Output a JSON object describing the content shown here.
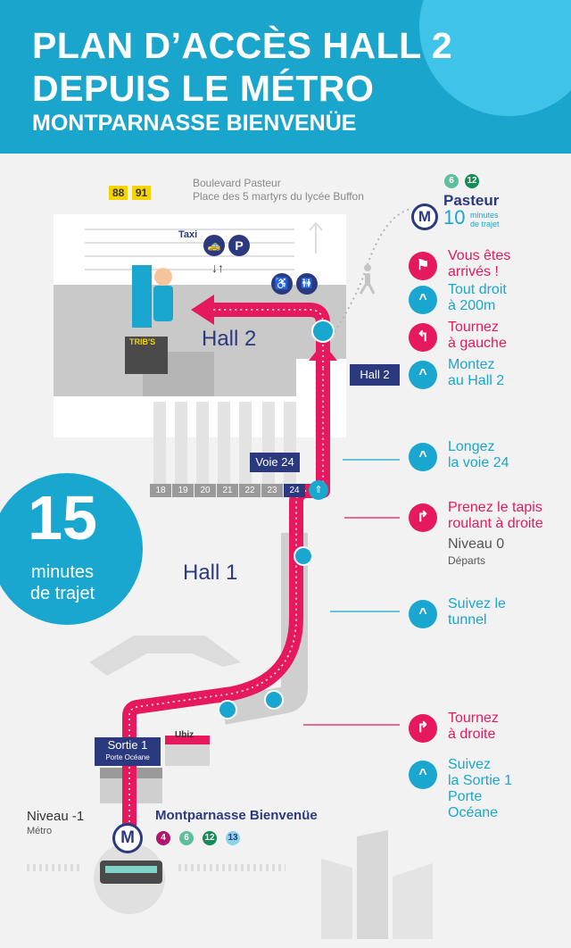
{
  "header": {
    "title_line1": "PLAN D’ACCÈS HALL 2",
    "title_line2": "DEPUIS LE MÉTRO",
    "subtitle": "MONTPARNASSE BIENVENÜE"
  },
  "top_info": {
    "bus_lines": [
      "88",
      "91"
    ],
    "street_line1": "Boulevard Pasteur",
    "street_line2": "Place des 5 martyrs du lycée Buffon"
  },
  "pasteur": {
    "lines": [
      "6",
      "12"
    ],
    "station": "Pasteur",
    "minutes": "10",
    "minutes_label1": "minutes",
    "minutes_label2": "de trajet"
  },
  "map_labels": {
    "taxi": "Taxi",
    "parking": "P",
    "hall2": "Hall 2",
    "hall2_box": "Hall 2",
    "voie24": "Voie 24",
    "hall1": "Hall 1",
    "tribs": "TRIB'S",
    "ubiz": "Ubiz",
    "sortie1": "Sortie 1",
    "sortie1_sub": "Porte Océane",
    "niveau_m1": "Niveau -1",
    "metro": "Métro",
    "montparnasse": "Montparnasse Bienvenüe",
    "montparnasse_lines": [
      "4",
      "6",
      "12",
      "13"
    ],
    "tracks": [
      "18",
      "19",
      "20",
      "21",
      "22",
      "23",
      "24"
    ],
    "metro_logo": "M"
  },
  "trajet": {
    "minutes": "15",
    "label1": "minutes",
    "label2": "de trajet"
  },
  "steps": [
    {
      "text": "Vous êtes\narrivés !",
      "color": "pink",
      "icon": "flag-icon"
    },
    {
      "text": "Tout droit\nà 200m",
      "color": "blue",
      "icon": "arrow-up-icon"
    },
    {
      "text": "Tournez\nà gauche",
      "color": "pink",
      "icon": "turn-left-icon"
    },
    {
      "text": "Montez\nau Hall 2",
      "color": "blue",
      "icon": "arrow-up-icon"
    },
    {
      "text": "Longez\nla voie 24",
      "color": "blue",
      "icon": "arrow-up-icon"
    },
    {
      "text": "Prenez le tapis\nroulant à droite",
      "color": "pink",
      "icon": "turn-right-up-icon"
    },
    {
      "text": "Suivez le\ntunnel",
      "color": "blue",
      "icon": "arrow-up-icon"
    },
    {
      "text": "Tournez\nà droite",
      "color": "pink",
      "icon": "turn-right-icon"
    },
    {
      "text": "Suivez\nla Sortie 1\nPorte\nOcéane",
      "color": "blue",
      "icon": "arrow-up-icon"
    }
  ],
  "niveau0": {
    "label": "Niveau 0",
    "sub": "Départs"
  },
  "colors": {
    "blue": "#19a7cf",
    "pink": "#e6195e",
    "navy": "#2b3a7e"
  }
}
